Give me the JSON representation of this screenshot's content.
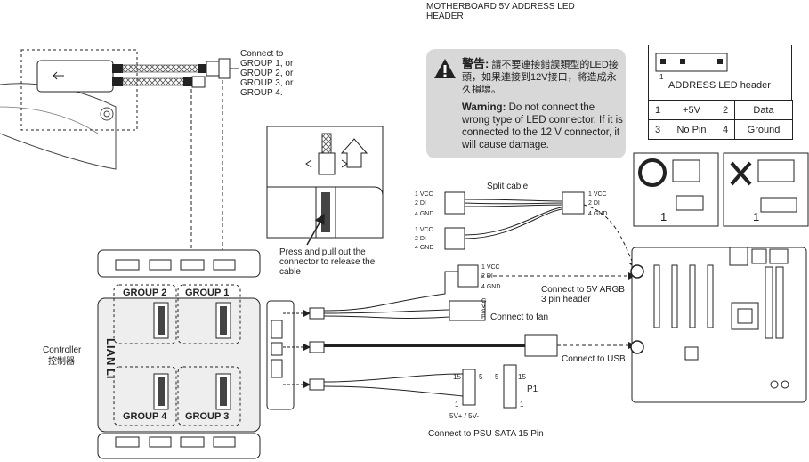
{
  "labels": {
    "mb_header_title": "MOTHERBOARD 5V ADDRESS LED HEADER",
    "connect_group": "Connect to GROUP 1, or GROUP 2, or GROUP 3, or GROUP 4.",
    "press_pull": "Press and pull out the connector to release the cable",
    "split_cable": "Split cable",
    "connect_5v_argb": "Connect to 5V ARGB 3 pin header",
    "connect_fan": "Connect to fan",
    "connect_usb": "Connect to USB",
    "connect_psu": "Connect  to PSU SATA 15 Pin",
    "controller_en": "Controller",
    "controller_zh": "控制器",
    "brand": "LIAN LI",
    "p1": "P1",
    "sata_15_left": "15",
    "sata_1_left": "1",
    "sata_15_right": "15",
    "sata_1_right": "1",
    "sata_5_left": "5",
    "sata_5_right": "5",
    "sata_voltage": "5V+ / 5V-",
    "fan_pins": [
      "G",
      "V",
      "S",
      "P"
    ],
    "groups": [
      "GROUP 2",
      "GROUP 1",
      "GROUP 4",
      "GROUP 3"
    ]
  },
  "pin_labels": {
    "split_a": [
      "1  VCC",
      "2  DI",
      "4  GND"
    ],
    "split_b": [
      "1  VCC",
      "2  DI",
      "4  GND"
    ],
    "split_out": [
      "1  VCC",
      "2  DI",
      "4  GND"
    ],
    "argb_plug": [
      "1  VCC",
      "2  DI",
      "4  GND"
    ]
  },
  "warning": {
    "zh_title": "警告:",
    "zh_text": "請不要連接錯誤類型的LED接頭，如果連接到12V接口，將造成永久損壞。",
    "en_title": "Warning:",
    "en_text": "Do not connect the wrong type of LED connector. If it is connected to the 12 V connector, it will cause damage."
  },
  "address_header": {
    "pin1": "1",
    "title": "ADDRESS LED header",
    "rows": [
      [
        "1",
        "+5V",
        "2",
        "Data"
      ],
      [
        "3",
        "No Pin",
        "4",
        "Ground"
      ]
    ]
  },
  "example_labels": {
    "good_pin": "1",
    "bad_pin": "1"
  },
  "colors": {
    "warning_bg": "#d8d8d8",
    "line": "#222222"
  }
}
